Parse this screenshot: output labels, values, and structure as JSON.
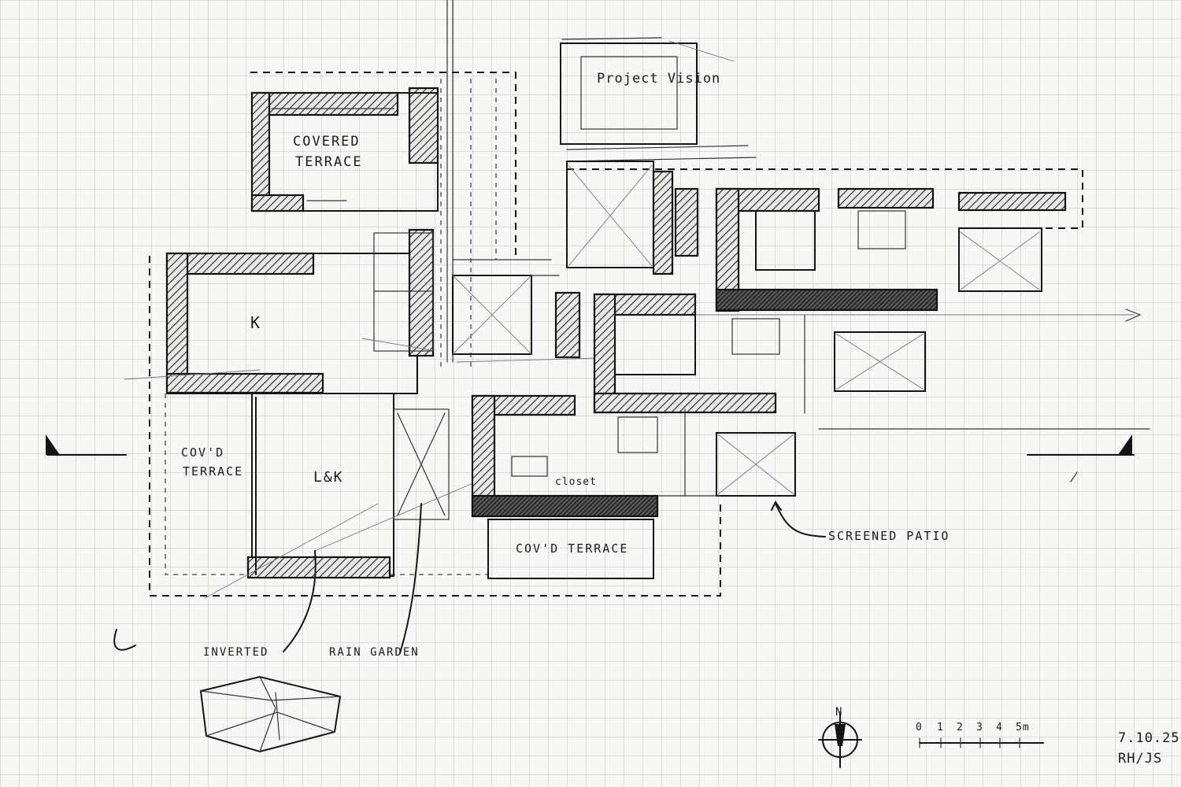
{
  "sheet": {
    "title_note": "Project Vision",
    "date": "7.10.25",
    "initials": "RH/JS"
  },
  "rooms": {
    "covered_terrace_top_line1": "Covered",
    "covered_terrace_top_line2": "Terrace",
    "kitchen": "K",
    "lounge": "L&K",
    "covd_terrace_left_line1": "Cov'd",
    "covd_terrace_left_line2": "Terrace",
    "closet": "closet",
    "covd_terrace_bottom": "Cov'd Terrace"
  },
  "annotations": {
    "screened_patio": "Screened Patio",
    "inverted": "Inverted",
    "rain_garden": "Rain Garden"
  },
  "north_arrow": {
    "label": "N"
  },
  "scale_bar": {
    "ticks": [
      "0",
      "1",
      "2",
      "3",
      "4",
      "5m"
    ]
  },
  "colors": {
    "ink": "#151515",
    "paper": "#f7f7f5",
    "grid": "#c9c9c9"
  }
}
